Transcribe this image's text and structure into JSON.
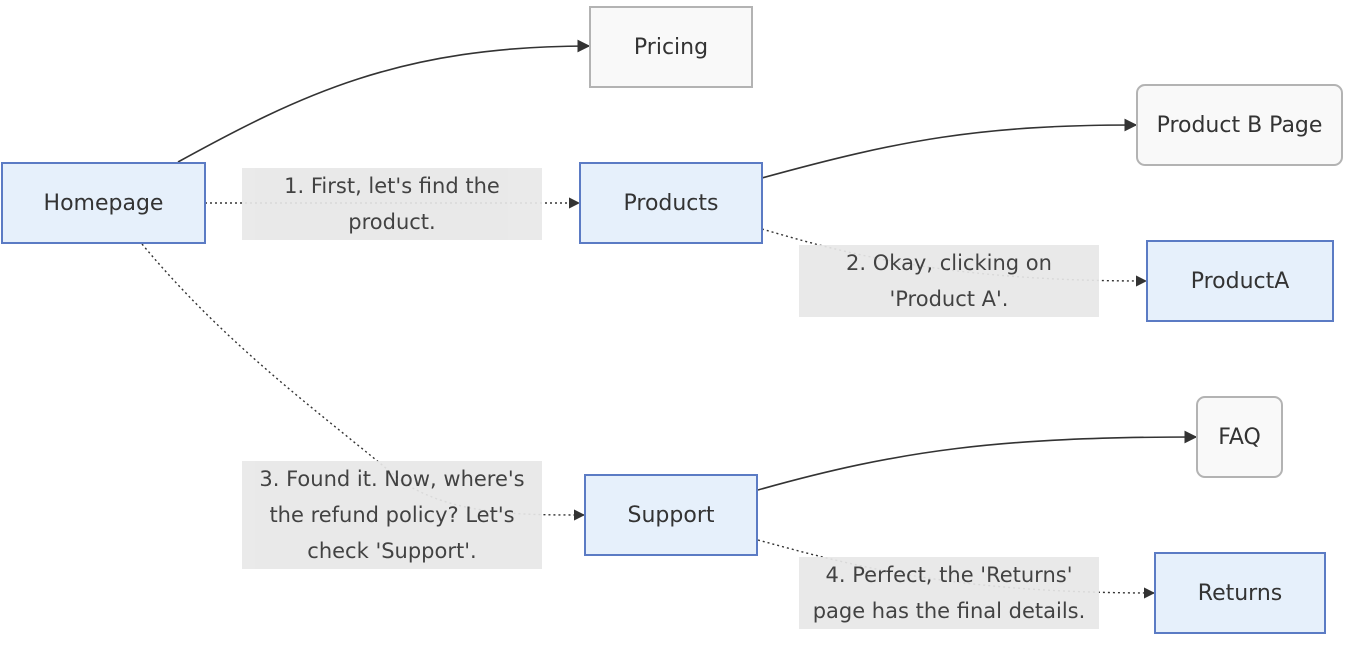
{
  "nodes": {
    "homepage": "Homepage",
    "pricing": "Pricing",
    "products": "Products",
    "product_b": "Product B Page",
    "product_a": "ProductA",
    "support": "Support",
    "faq": "FAQ",
    "returns": "Returns"
  },
  "edge_labels": {
    "step1": "1. First, let's find the\nproduct.",
    "step2": "2. Okay, clicking on\n'Product A'.",
    "step3": "3. Found it. Now, where's\nthe refund policy? Let's\ncheck 'Support'.",
    "step4": "4. Perfect, the 'Returns'\npage has the final details."
  },
  "colors": {
    "visited_fill": "#e6f0fb",
    "visited_border": "#5b7bc4",
    "unvisited_fill": "#f9f9f9",
    "unvisited_border": "#b3b3b3",
    "edge": "#333333",
    "label_bg": "#e8e8e8"
  }
}
